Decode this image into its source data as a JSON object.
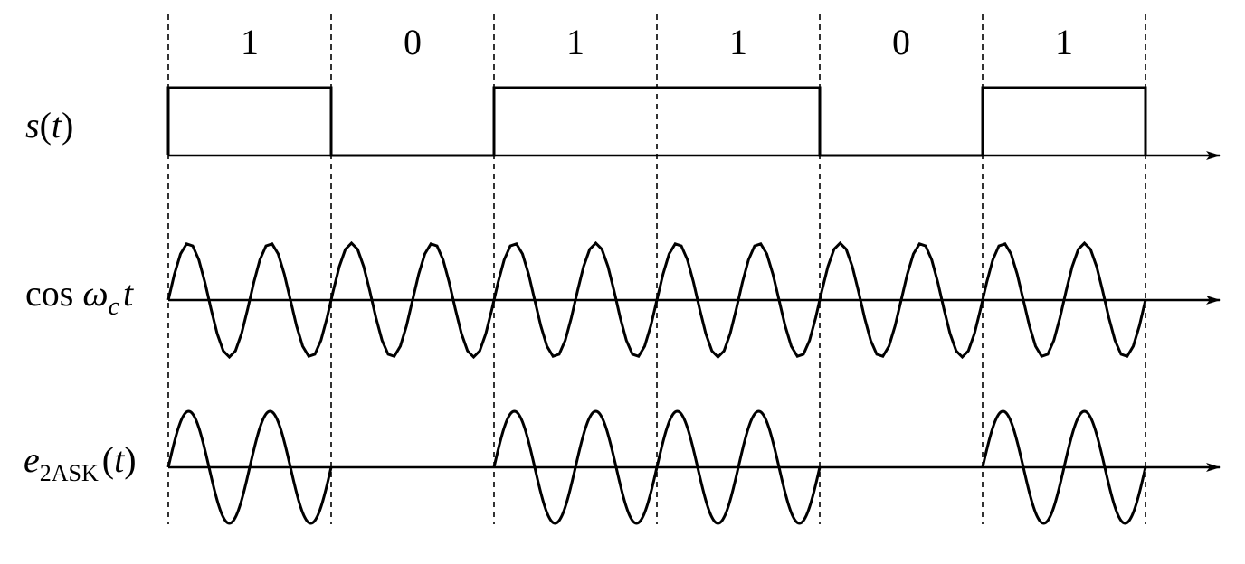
{
  "bits": [
    "1",
    "0",
    "1",
    "1",
    "0",
    "1"
  ],
  "labels": {
    "baseband": {
      "s": "s",
      "open": "(",
      "t": "t",
      "close": ")"
    },
    "carrier": {
      "cos": "cos",
      "omega": "ω",
      "sub": "c",
      "t": "t"
    },
    "ask": {
      "e": "e",
      "sub": "2ASK",
      "open": "(",
      "t": "t",
      "close": ")"
    }
  },
  "carrier_cycles_per_bit": 2,
  "colors": {
    "stroke": "#000000",
    "background": "#ffffff"
  }
}
